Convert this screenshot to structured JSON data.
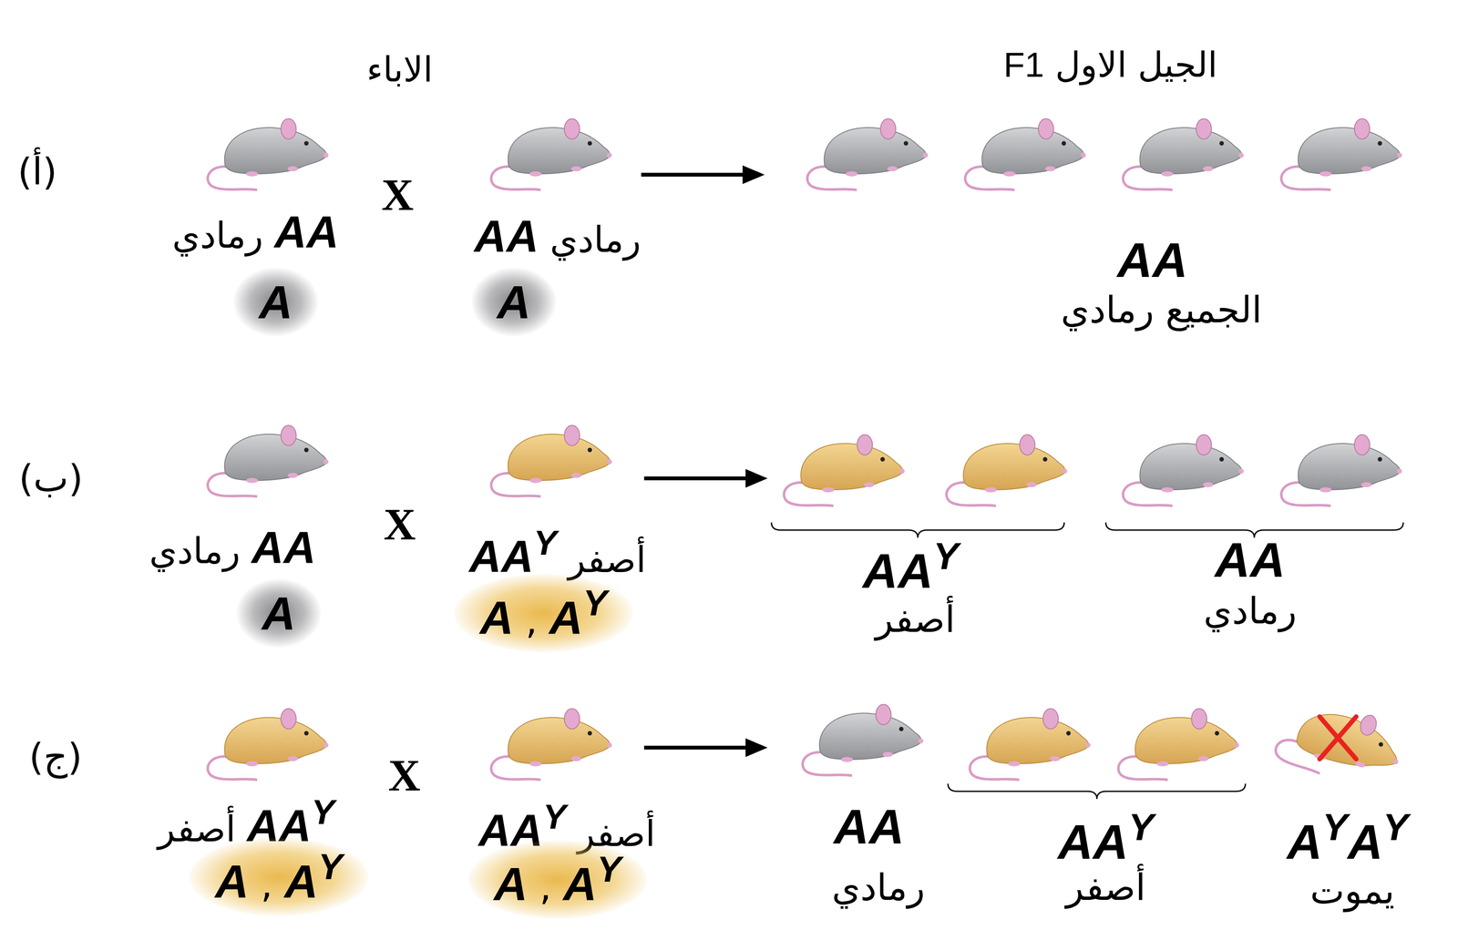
{
  "diagram": {
    "nodes": [
      {
        "text": [
          "A"
        ]
      },
      {
        "text": [
          "A"
        ]
      },
      {
        "text": [
          "A"
        ]
      },
      {
        "text": [
          "A , AY"
        ]
      },
      {
        "text": [
          "A , AY"
        ]
      },
      {
        "text": [
          "A , AY"
        ]
      }
    ],
    "labels": [
      "الاباء",
      "الجيل الاول F1",
      "(أ)",
      "AA رمادي",
      "X",
      "رمادي AA",
      "AA",
      "الجميع رمادي",
      "(ب)",
      "AA رمادي",
      "X",
      "أصفر AAY",
      "AAY",
      "أصفر",
      "AA",
      "رمادي",
      "(ج)",
      "AAY أصفر",
      "X",
      "أصفر AAY",
      "AA",
      "رمادي",
      "AAY",
      "أصفر",
      "AYAY",
      "يموت"
    ]
  }
}
